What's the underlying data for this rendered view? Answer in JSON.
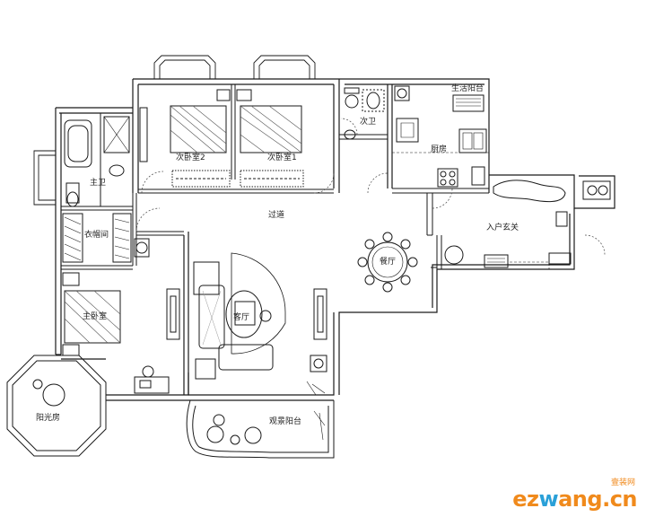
{
  "rooms": {
    "bedroom2": "次卧室2",
    "bedroom1": "次卧室1",
    "balcony_service": "生活阳台",
    "bath_secondary": "次卫",
    "kitchen": "厨房",
    "bath_master": "主卫",
    "corridor": "过道",
    "entry_hall": "入户玄关",
    "closet": "衣帽间",
    "dining": "餐厅",
    "living": "客厅",
    "master_bedroom": "主卧室",
    "sunroom": "阳光房",
    "view_balcony": "观景阳台"
  },
  "watermark": {
    "brand_cn": "壹装网",
    "brand_prefix": "ez",
    "brand_w": "w",
    "brand_suffix": "ang.cn"
  },
  "colors": {
    "wall": "#1a1a1a",
    "line": "#333333",
    "watermark_orange": "#f08a1c",
    "watermark_blue": "#2aa0d8"
  }
}
